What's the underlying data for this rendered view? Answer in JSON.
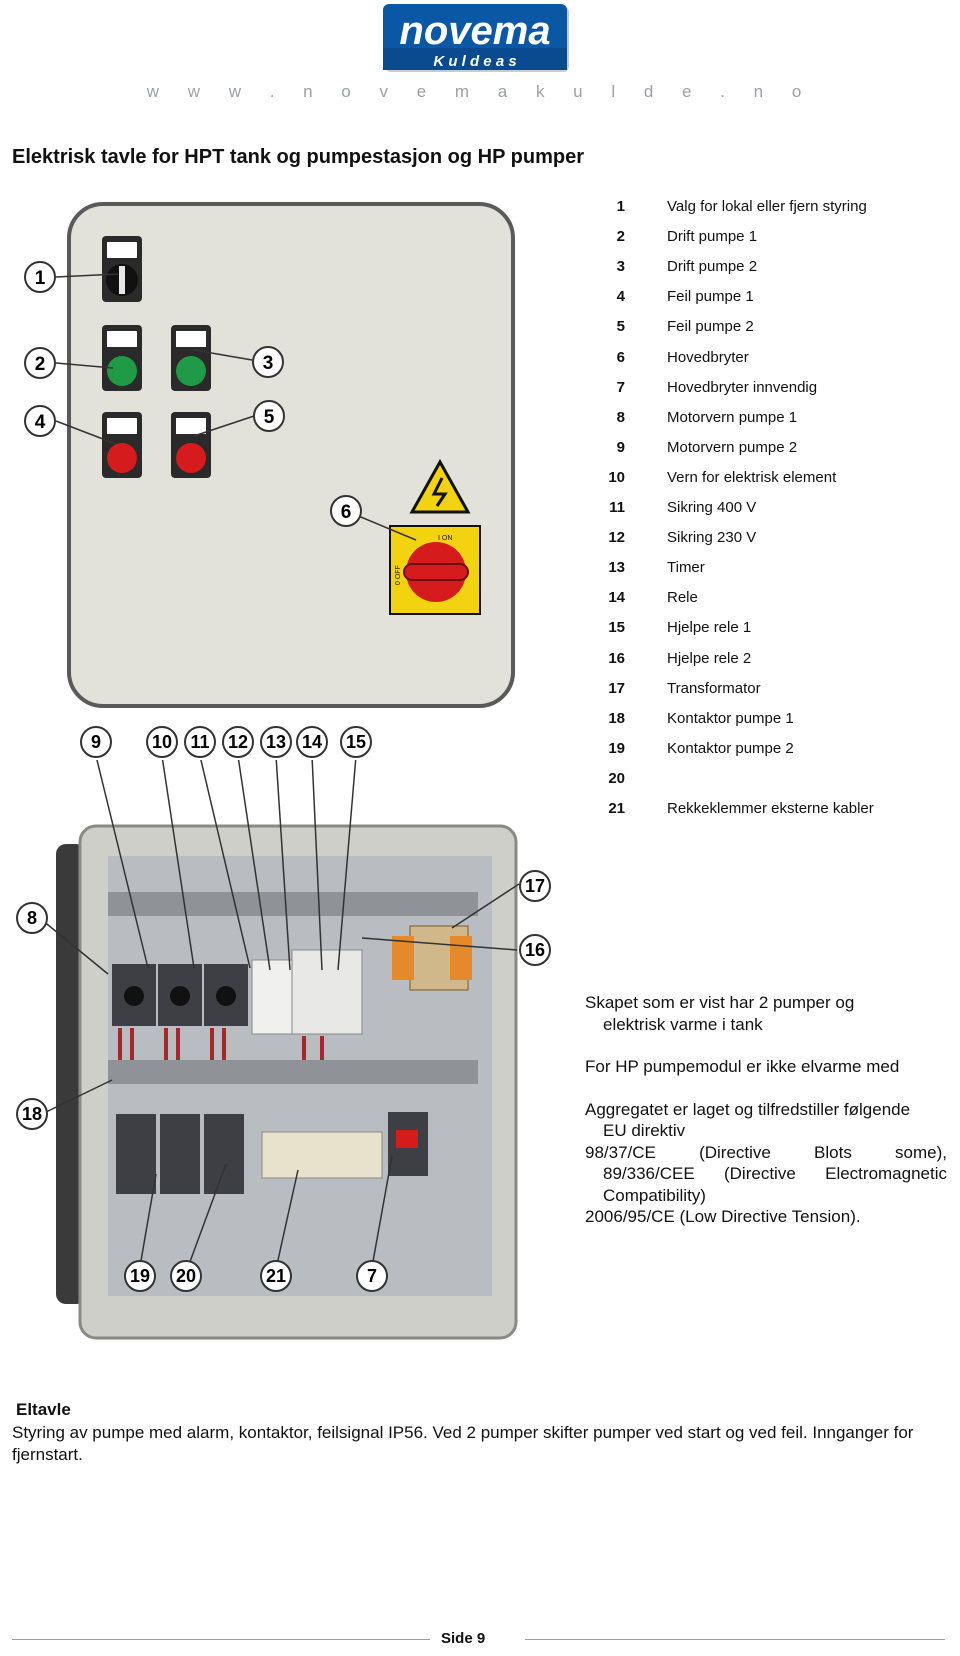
{
  "brand": {
    "name": "novema",
    "tagline": "K u l d e a s",
    "url": "w w w . n o v e m a k u l d e . n o"
  },
  "title": "Elektrisk tavle for HPT tank og pumpestasjon og HP pumper",
  "panel_front": {
    "switch_labels": {
      "on": "I ON",
      "off": "0 OFF"
    },
    "callouts": [
      "1",
      "2",
      "3",
      "4",
      "5",
      "6"
    ]
  },
  "panel_inside": {
    "callouts_top": [
      "9",
      "10",
      "11",
      "12",
      "13",
      "14",
      "15"
    ],
    "callouts_side": [
      "8",
      "18",
      "17",
      "16"
    ],
    "callouts_bottom": [
      "19",
      "20",
      "21",
      "7"
    ]
  },
  "legend": [
    {
      "num": "1",
      "label": "Valg for lokal eller fjern styring"
    },
    {
      "num": "2",
      "label": "Drift pumpe 1"
    },
    {
      "num": "3",
      "label": "Drift pumpe 2"
    },
    {
      "num": "4",
      "label": "Feil pumpe 1"
    },
    {
      "num": "5",
      "label": "Feil pumpe 2"
    },
    {
      "num": "6",
      "label": "Hovedbryter"
    },
    {
      "num": "7",
      "label": "Hovedbryter innvendig"
    },
    {
      "num": "8",
      "label": "Motorvern pumpe 1"
    },
    {
      "num": "9",
      "label": "Motorvern pumpe 2"
    },
    {
      "num": "10",
      "label": "Vern for elektrisk element"
    },
    {
      "num": "11",
      "label": "Sikring 400 V"
    },
    {
      "num": "12",
      "label": "Sikring 230 V"
    },
    {
      "num": "13",
      "label": "Timer"
    },
    {
      "num": "14",
      "label": "Rele"
    },
    {
      "num": "15",
      "label": "Hjelpe rele 1"
    },
    {
      "num": "16",
      "label": "Hjelpe rele 2"
    },
    {
      "num": "17",
      "label": "Transformator"
    },
    {
      "num": "18",
      "label": "Kontaktor pumpe 1"
    },
    {
      "num": "19",
      "label": "Kontaktor pumpe 2"
    },
    {
      "num": "20",
      "label": ""
    },
    {
      "num": "21",
      "label": "Rekkeklemmer eksterne kabler"
    }
  ],
  "notes": {
    "p1a": "Skapet som er vist har 2 pumper og",
    "p1b": "elektrisk varme i tank",
    "p2": "For HP pumpemodul er ikke elvarme med",
    "p3a": "Aggregatet er laget og tilfredstiller følgende",
    "p3b": "EU direktiv",
    "p4a": "98/37/CE (Directive Blots some),",
    "p4b": "89/336/CEE (Directive Electromagnetic",
    "p4c": "Compatibility)",
    "p5": "2006/95/CE (Low Directive Tension)."
  },
  "section": {
    "heading": "Eltavle",
    "body": "Styring av pumpe med alarm, kontaktor, feilsignal IP56. Ved 2 pumper skifter pumper ved start og ved feil. Innganger for fjernstart."
  },
  "footer": {
    "page": "Side 9"
  }
}
